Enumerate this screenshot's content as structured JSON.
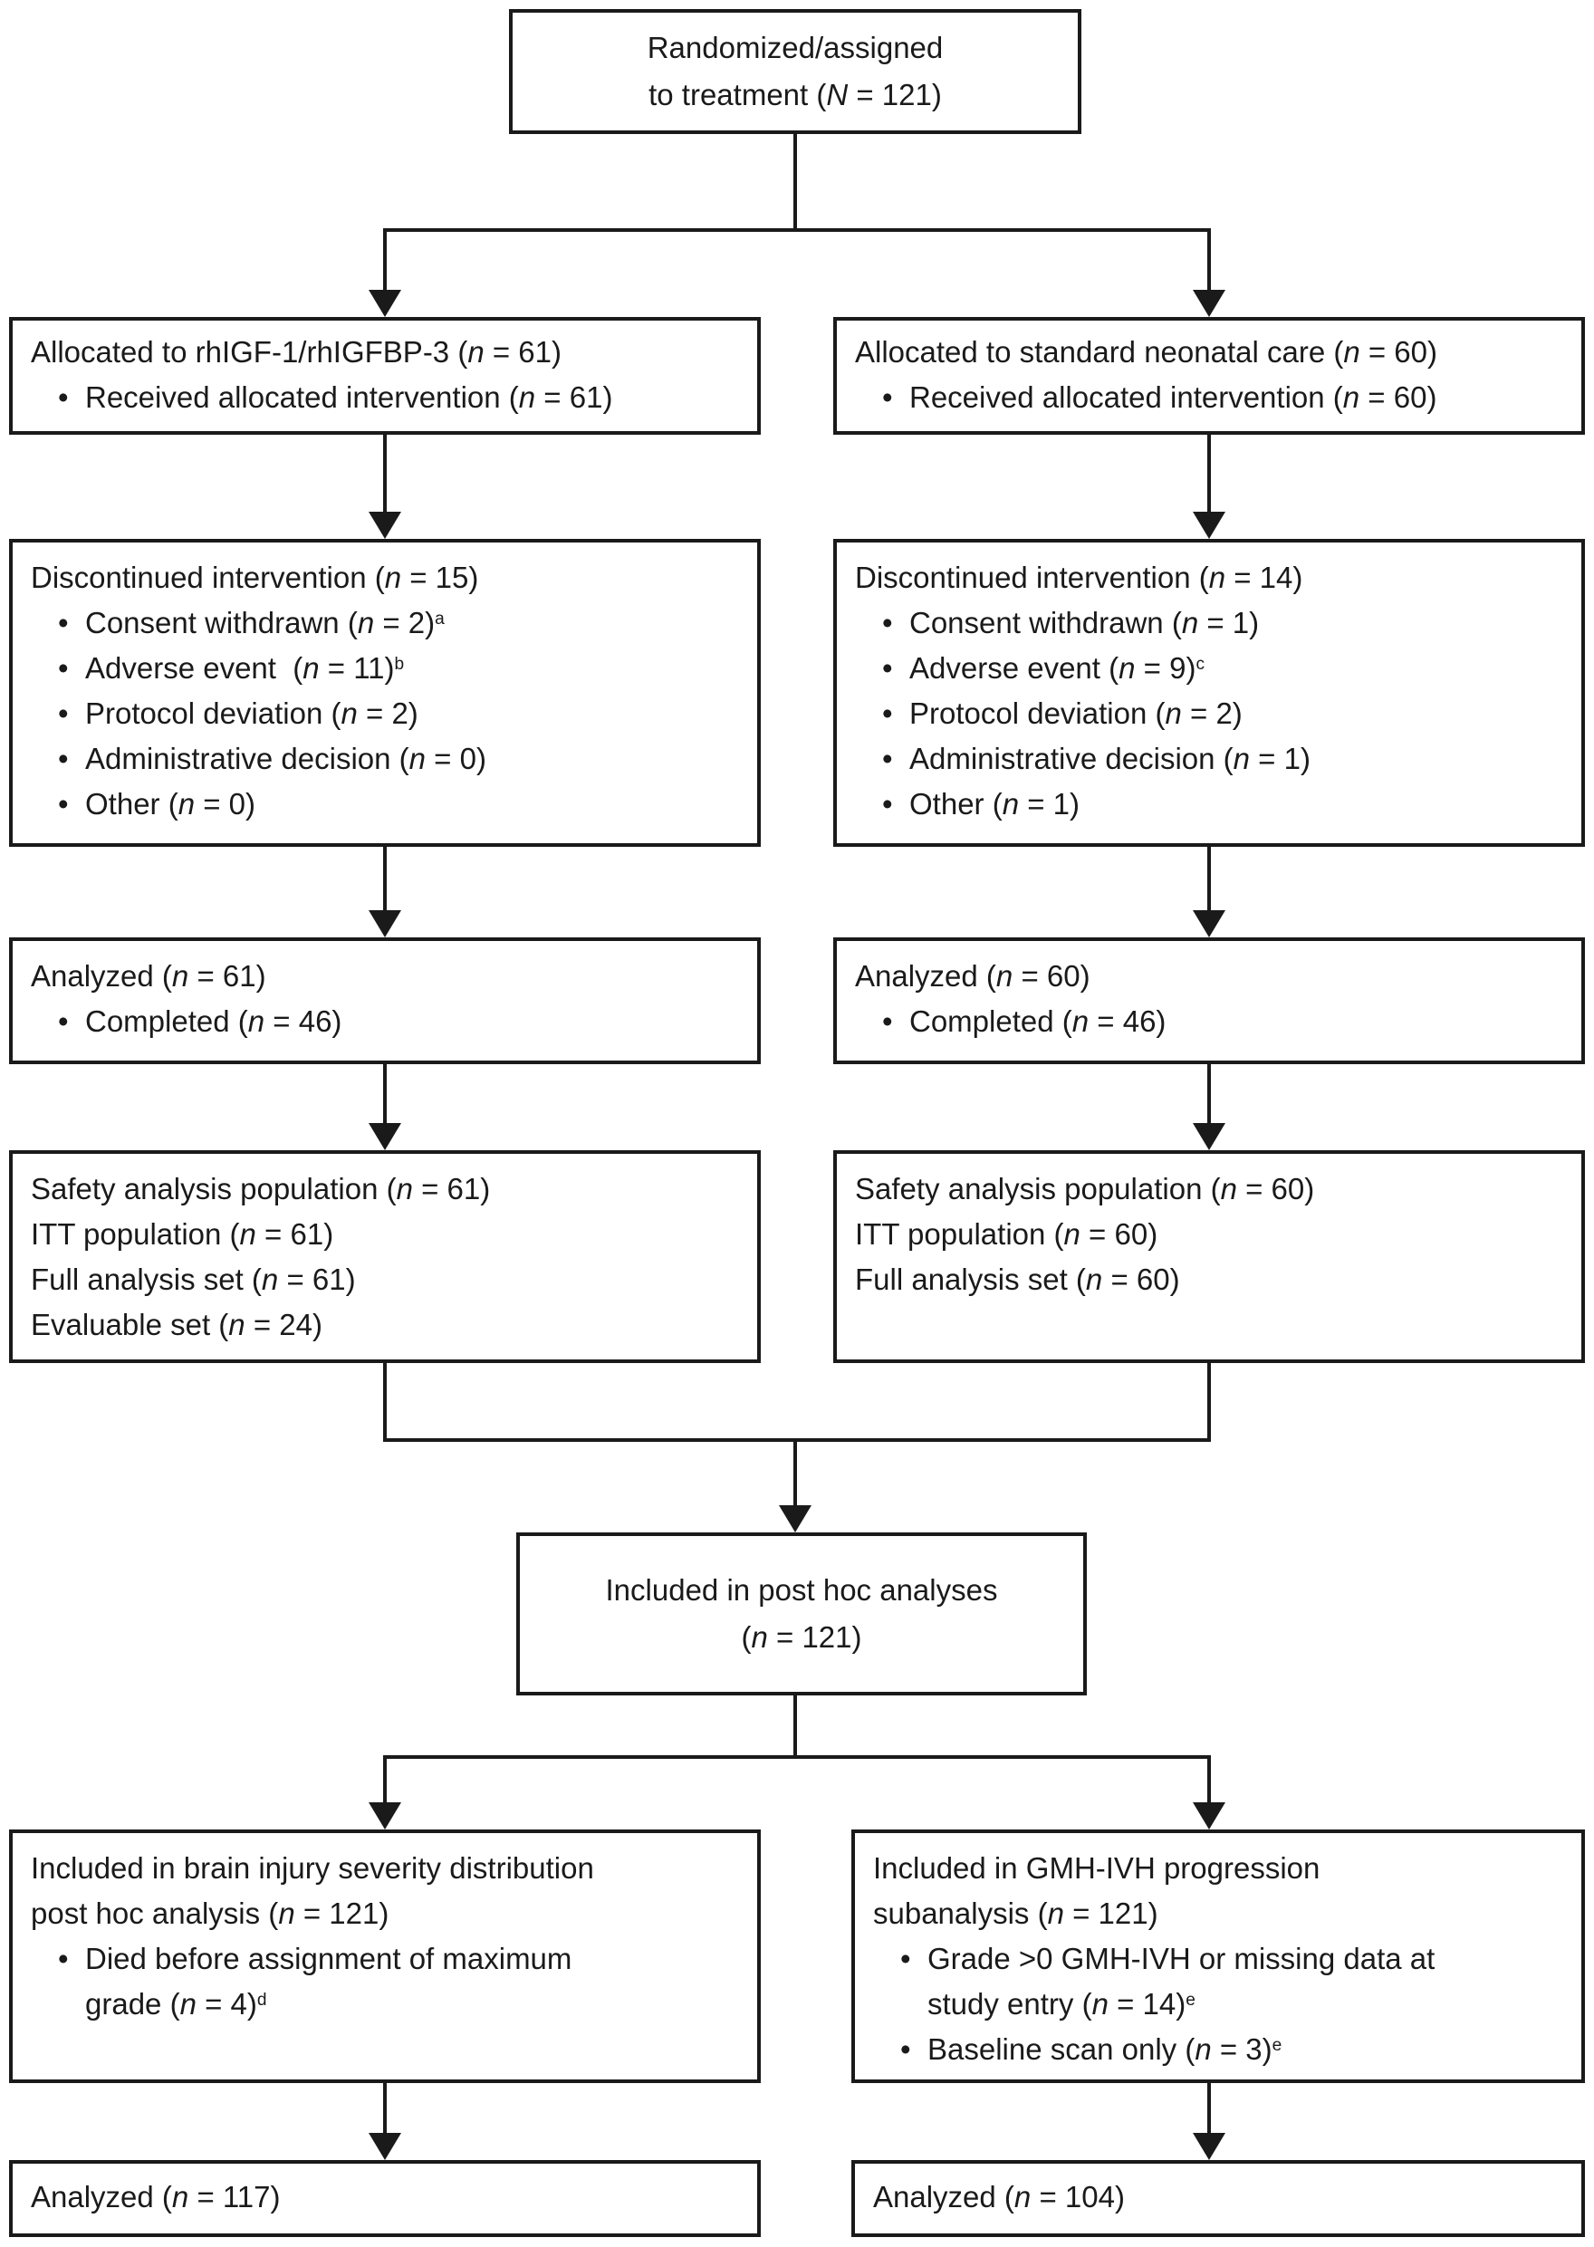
{
  "colors": {
    "line": "#1a1a1a",
    "text": "#1a1a1a",
    "background": "#ffffff"
  },
  "boxes": {
    "randomized": {
      "lines": [
        {
          "seg": [
            {
              "t": "Randomized/assigned"
            }
          ]
        },
        {
          "seg": [
            {
              "t": "to treatment ("
            },
            {
              "t": "N",
              "i": true
            },
            {
              "t": " = 121)"
            }
          ]
        }
      ]
    },
    "allocated_igf": {
      "lines": [
        {
          "seg": [
            {
              "t": "Allocated to rhIGF-1/rhIGFBP-3 ("
            },
            {
              "t": "n",
              "i": true
            },
            {
              "t": " = 61)"
            }
          ]
        },
        {
          "b": true,
          "seg": [
            {
              "t": "Received allocated intervention ("
            },
            {
              "t": "n",
              "i": true
            },
            {
              "t": " = 61)"
            }
          ]
        }
      ]
    },
    "allocated_standard": {
      "lines": [
        {
          "seg": [
            {
              "t": "Allocated to standard neonatal care ("
            },
            {
              "t": "n",
              "i": true
            },
            {
              "t": " = 60)"
            }
          ]
        },
        {
          "b": true,
          "seg": [
            {
              "t": "Received allocated intervention ("
            },
            {
              "t": "n",
              "i": true
            },
            {
              "t": " = 60)"
            }
          ]
        }
      ]
    },
    "discontinued_igf": {
      "lines": [
        {
          "seg": [
            {
              "t": "Discontinued intervention ("
            },
            {
              "t": "n",
              "i": true
            },
            {
              "t": " = 15)"
            }
          ]
        },
        {
          "b": true,
          "seg": [
            {
              "t": "Consent withdrawn ("
            },
            {
              "t": "n",
              "i": true
            },
            {
              "t": " = 2)"
            },
            {
              "t": "a",
              "s": true
            }
          ]
        },
        {
          "b": true,
          "seg": [
            {
              "t": "Adverse event  ("
            },
            {
              "t": "n",
              "i": true
            },
            {
              "t": " = 11)"
            },
            {
              "t": "b",
              "s": true
            }
          ]
        },
        {
          "b": true,
          "seg": [
            {
              "t": "Protocol deviation ("
            },
            {
              "t": "n",
              "i": true
            },
            {
              "t": " = 2)"
            }
          ]
        },
        {
          "b": true,
          "seg": [
            {
              "t": "Administrative decision ("
            },
            {
              "t": "n",
              "i": true
            },
            {
              "t": " = 0)"
            }
          ]
        },
        {
          "b": true,
          "seg": [
            {
              "t": "Other ("
            },
            {
              "t": "n",
              "i": true
            },
            {
              "t": " = 0)"
            }
          ]
        }
      ]
    },
    "discontinued_standard": {
      "lines": [
        {
          "seg": [
            {
              "t": "Discontinued intervention ("
            },
            {
              "t": "n",
              "i": true
            },
            {
              "t": " = 14)"
            }
          ]
        },
        {
          "b": true,
          "seg": [
            {
              "t": "Consent withdrawn ("
            },
            {
              "t": "n",
              "i": true
            },
            {
              "t": " = 1)"
            }
          ]
        },
        {
          "b": true,
          "seg": [
            {
              "t": "Adverse event ("
            },
            {
              "t": "n",
              "i": true
            },
            {
              "t": " = 9)"
            },
            {
              "t": "c",
              "s": true
            }
          ]
        },
        {
          "b": true,
          "seg": [
            {
              "t": "Protocol deviation ("
            },
            {
              "t": "n",
              "i": true
            },
            {
              "t": " = 2)"
            }
          ]
        },
        {
          "b": true,
          "seg": [
            {
              "t": "Administrative decision ("
            },
            {
              "t": "n",
              "i": true
            },
            {
              "t": " = 1)"
            }
          ]
        },
        {
          "b": true,
          "seg": [
            {
              "t": "Other ("
            },
            {
              "t": "n",
              "i": true
            },
            {
              "t": " = 1)"
            }
          ]
        }
      ]
    },
    "analyzed_igf": {
      "lines": [
        {
          "seg": [
            {
              "t": "Analyzed ("
            },
            {
              "t": "n",
              "i": true
            },
            {
              "t": " = 61)"
            }
          ]
        },
        {
          "b": true,
          "seg": [
            {
              "t": "Completed ("
            },
            {
              "t": "n",
              "i": true
            },
            {
              "t": " = 46)"
            }
          ]
        }
      ]
    },
    "analyzed_standard": {
      "lines": [
        {
          "seg": [
            {
              "t": "Analyzed ("
            },
            {
              "t": "n",
              "i": true
            },
            {
              "t": " = 60)"
            }
          ]
        },
        {
          "b": true,
          "seg": [
            {
              "t": "Completed ("
            },
            {
              "t": "n",
              "i": true
            },
            {
              "t": " = 46)"
            }
          ]
        }
      ]
    },
    "populations_igf": {
      "lines": [
        {
          "seg": [
            {
              "t": "Safety analysis population ("
            },
            {
              "t": "n",
              "i": true
            },
            {
              "t": " = 61)"
            }
          ]
        },
        {
          "seg": [
            {
              "t": "ITT population ("
            },
            {
              "t": "n",
              "i": true
            },
            {
              "t": " = 61)"
            }
          ]
        },
        {
          "seg": [
            {
              "t": "Full analysis set ("
            },
            {
              "t": "n",
              "i": true
            },
            {
              "t": " = 61)"
            }
          ]
        },
        {
          "seg": [
            {
              "t": "Evaluable set ("
            },
            {
              "t": "n",
              "i": true
            },
            {
              "t": " = 24)"
            }
          ]
        }
      ]
    },
    "populations_standard": {
      "lines": [
        {
          "seg": [
            {
              "t": "Safety analysis population ("
            },
            {
              "t": "n",
              "i": true
            },
            {
              "t": " = 60)"
            }
          ]
        },
        {
          "seg": [
            {
              "t": "ITT population ("
            },
            {
              "t": "n",
              "i": true
            },
            {
              "t": " = 60)"
            }
          ]
        },
        {
          "seg": [
            {
              "t": "Full analysis set ("
            },
            {
              "t": "n",
              "i": true
            },
            {
              "t": " = 60)"
            }
          ]
        }
      ]
    },
    "post_hoc": {
      "lines": [
        {
          "seg": [
            {
              "t": "Included in post hoc analyses"
            }
          ]
        },
        {
          "seg": [
            {
              "t": "("
            },
            {
              "t": "n",
              "i": true
            },
            {
              "t": " = 121)"
            }
          ]
        }
      ]
    },
    "brain_injury": {
      "lines": [
        {
          "seg": [
            {
              "t": "Included in brain injury severity distribution"
            }
          ]
        },
        {
          "seg": [
            {
              "t": "post hoc analysis ("
            },
            {
              "t": "n",
              "i": true
            },
            {
              "t": " = 121)"
            }
          ]
        },
        {
          "b": true,
          "seg": [
            {
              "t": "Died before assignment of maximum"
            }
          ]
        },
        {
          "h": true,
          "seg": [
            {
              "t": "grade ("
            },
            {
              "t": "n",
              "i": true
            },
            {
              "t": " = 4)"
            },
            {
              "t": "d",
              "s": true
            }
          ]
        }
      ]
    },
    "gmh_ivh": {
      "lines": [
        {
          "seg": [
            {
              "t": "Included in GMH-IVH progression"
            }
          ]
        },
        {
          "seg": [
            {
              "t": "subanalysis ("
            },
            {
              "t": "n",
              "i": true
            },
            {
              "t": " = 121)"
            }
          ]
        },
        {
          "b": true,
          "seg": [
            {
              "t": "Grade >0 GMH-IVH or missing data at"
            }
          ]
        },
        {
          "h": true,
          "seg": [
            {
              "t": "study entry ("
            },
            {
              "t": "n",
              "i": true
            },
            {
              "t": " = 14)"
            },
            {
              "t": "e",
              "s": true
            }
          ]
        },
        {
          "b": true,
          "seg": [
            {
              "t": "Baseline scan only ("
            },
            {
              "t": "n",
              "i": true
            },
            {
              "t": " = 3)"
            },
            {
              "t": "e",
              "s": true
            }
          ]
        }
      ]
    },
    "analyzed_brain_injury": {
      "lines": [
        {
          "seg": [
            {
              "t": "Analyzed ("
            },
            {
              "t": "n",
              "i": true
            },
            {
              "t": " = 117)"
            }
          ]
        }
      ]
    },
    "analyzed_gmh_ivh": {
      "lines": [
        {
          "seg": [
            {
              "t": "Analyzed ("
            },
            {
              "t": "n",
              "i": true
            },
            {
              "t": " = 104)"
            }
          ]
        }
      ]
    }
  }
}
